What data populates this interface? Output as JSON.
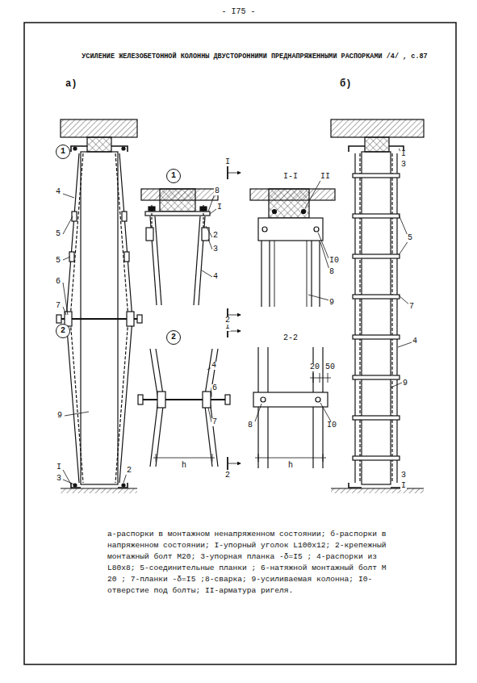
{
  "diagram": {
    "title": "УСИЛЕНИЕ ЖЕЛЕЗОБЕТОННОЙ КОЛОННЫ ДВУСТОРОННИМИ ПРЕДНАПРЯЖЕННЫМИ РАСПОРКАМИ /4/ , с.87",
    "caption": "а-распорки в монтажном ненапряженном состоянии; б-распорки в напряженном состоянии; I-упорный уголок L100x12; 2-крепежный монтажный болт М20; 3-упорная планка -δ=I5 ; 4-распорки из L80x8; 5-соединительные планки ; 6-натяжной монтажный болт М 20 ; 7-планки -δ=I5 ;8-сварка; 9-усиливаемая колонна; I0-отверстие под болты; II-арматура ригеля.",
    "nodes": [
      {
        "text": [
          "1"
        ]
      },
      {
        "text": [
          "1"
        ]
      },
      {
        "text": [
          "2"
        ]
      },
      {
        "text": [
          "2"
        ]
      }
    ],
    "labels": [
      "а)",
      "4",
      "5",
      "5",
      "6",
      "7",
      "9",
      "I",
      "3",
      "2",
      "8",
      "I",
      "2",
      "3",
      "4",
      "I",
      "I",
      "I-I",
      "II",
      "I0",
      "8",
      "9",
      "4",
      "6",
      "7",
      "h",
      "2",
      "2",
      "2-2",
      "20",
      "50",
      "8",
      "I0",
      "h",
      "б)",
      "I",
      "3",
      "5",
      "7",
      "4",
      "9",
      "3",
      "I",
      "- I75 -"
    ]
  }
}
